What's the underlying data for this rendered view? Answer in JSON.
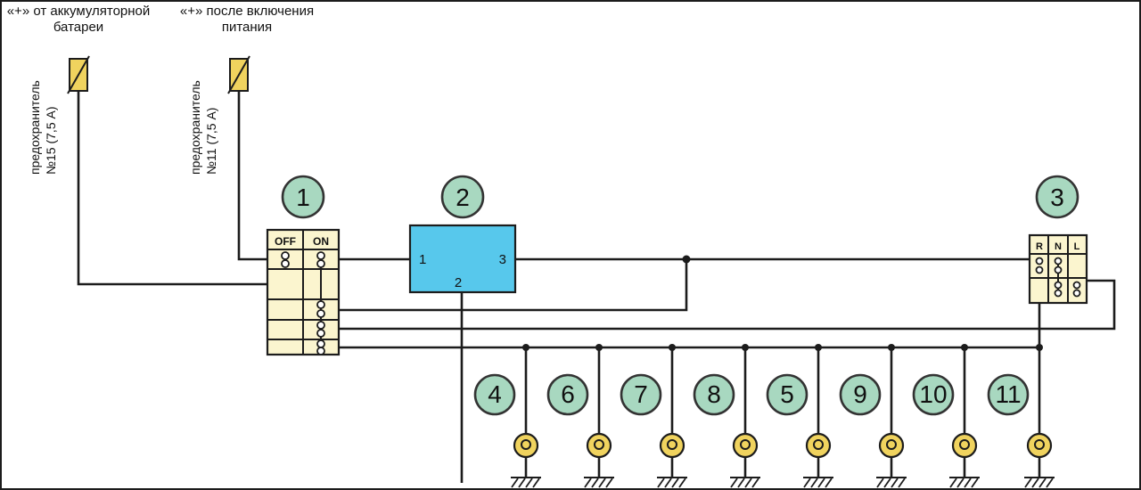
{
  "annotations": {
    "battery_feed": {
      "line1": "«+» от аккумуляторной",
      "line2": "батареи"
    },
    "ignition_feed": {
      "line1": "«+» после включения",
      "line2": "питания"
    },
    "fuse15": {
      "line1": "предохранитель",
      "line2": "№15 (7,5 А)"
    },
    "fuse11": {
      "line1": "предохранитель",
      "line2": "№11 (7,5 А)"
    }
  },
  "components": {
    "switch_block": {
      "callout": "1",
      "col_off": "OFF",
      "col_on": "ON"
    },
    "relay": {
      "callout": "2",
      "pin_left": "1",
      "pin_right": "3",
      "pin_bottom": "2"
    },
    "selector_block": {
      "callout": "3",
      "col_r": "R",
      "col_n": "N",
      "col_l": "L"
    }
  },
  "lamp_callouts": [
    "4",
    "6",
    "7",
    "8",
    "5",
    "9",
    "10",
    "11"
  ],
  "colors": {
    "wire": "#1c1c1c",
    "callout_fill": "#a8d8c0",
    "callout_stroke": "#333333",
    "block_fill": "#fbf5cf",
    "relay_fill": "#57c8ec",
    "lamp_fill": "#f0d35e",
    "fuse_fill": "#f0d35e",
    "text": "#111111"
  }
}
